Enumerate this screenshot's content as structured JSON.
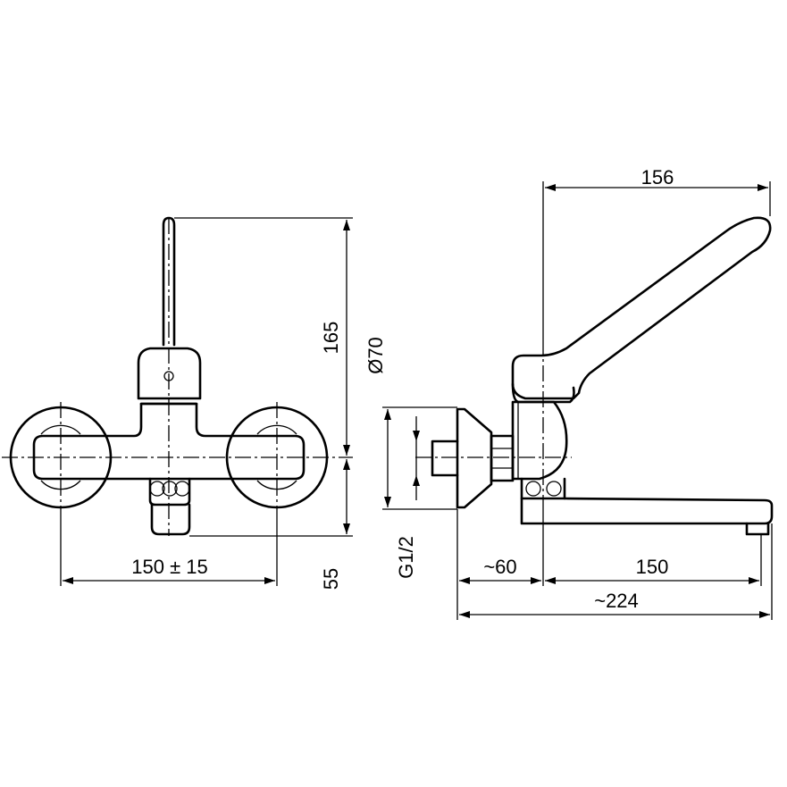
{
  "dimensions": {
    "front_height_total": "165",
    "front_height_lower": "55",
    "front_width": "150 ± 15",
    "side_flange_diameter": "Ø70",
    "side_connection": "G1/2",
    "side_lever_reach": "156",
    "side_wall_offset": "~60",
    "side_spout_reach": "150",
    "side_total_depth": "~224"
  },
  "colors": {
    "line": "#000000",
    "background": "#ffffff"
  }
}
